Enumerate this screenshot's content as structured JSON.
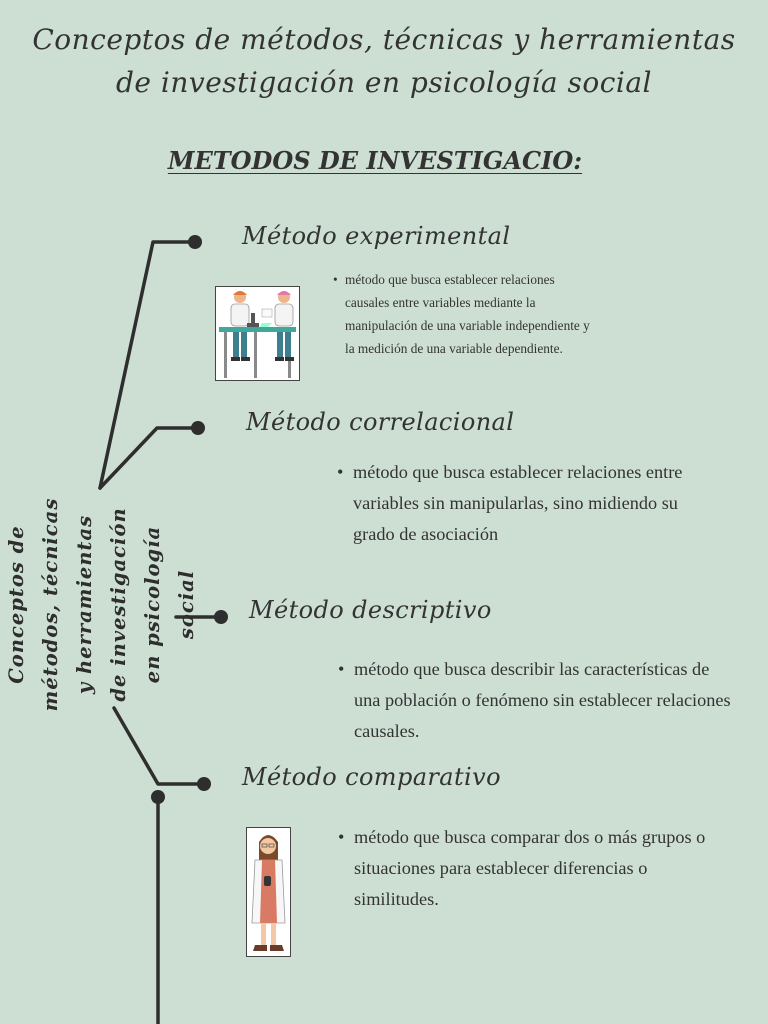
{
  "header": {
    "title_line1": "Conceptos de métodos, técnicas y   herramientas",
    "title_line2": "de investigación   en psicología social"
  },
  "section": {
    "title": "METODOS DE INVESTIGACIO:"
  },
  "central_node": {
    "line1": "Conceptos de",
    "line2": "métodos, técnicas",
    "line3": "y   herramientas",
    "line4": "de investigación",
    "line5": "en psicología",
    "line6": "social"
  },
  "methods": [
    {
      "title": "Método experimental",
      "description": "método que busca establecer relaciones causales entre variables mediante la manipulación de una variable independiente y la medición de una variable dependiente.",
      "illustration": "scientists-lab-icon"
    },
    {
      "title": "Método correlacional",
      "description": "método que busca establecer relaciones entre variables sin manipularlas, sino midiendo su grado de asociación"
    },
    {
      "title": "Método descriptivo",
      "description": "método que busca describir las características de una población o fenómeno sin establecer relaciones causales."
    },
    {
      "title": "Método comparativo",
      "description": "método que busca comparar dos o más grupos o situaciones para establecer diferencias o similitudes.",
      "illustration": "woman-scientist-icon"
    }
  ],
  "colors": {
    "background": "#cddfd3",
    "line": "#2e2e2e",
    "text": "#333333"
  }
}
